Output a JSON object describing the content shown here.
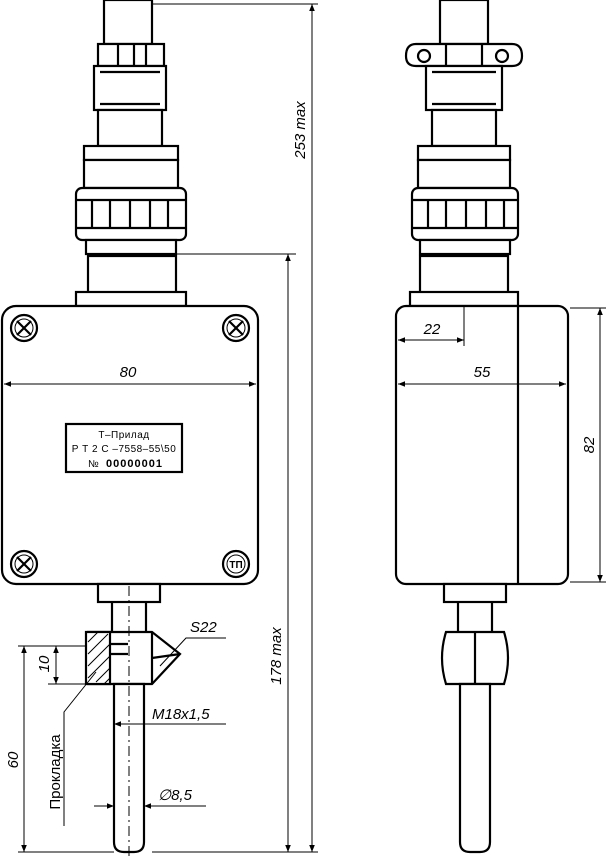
{
  "dimensions": {
    "overall_height": "253 max",
    "body_height": "178 max",
    "box_width": "80",
    "box_depth": "55",
    "box_height": "82",
    "offset": "22",
    "nut_height": "10",
    "probe_length": "60",
    "wrench_size": "S22",
    "thread": "M18x1,5",
    "probe_diameter": "∅8,5"
  },
  "labels": {
    "gasket": "Прокладка",
    "mark": "ТП"
  },
  "nameplate": {
    "manufacturer": "Т–Прилад",
    "model": "Р Т 2 С –7558–55\\50",
    "number_sign": "№",
    "serial": "00000001"
  }
}
